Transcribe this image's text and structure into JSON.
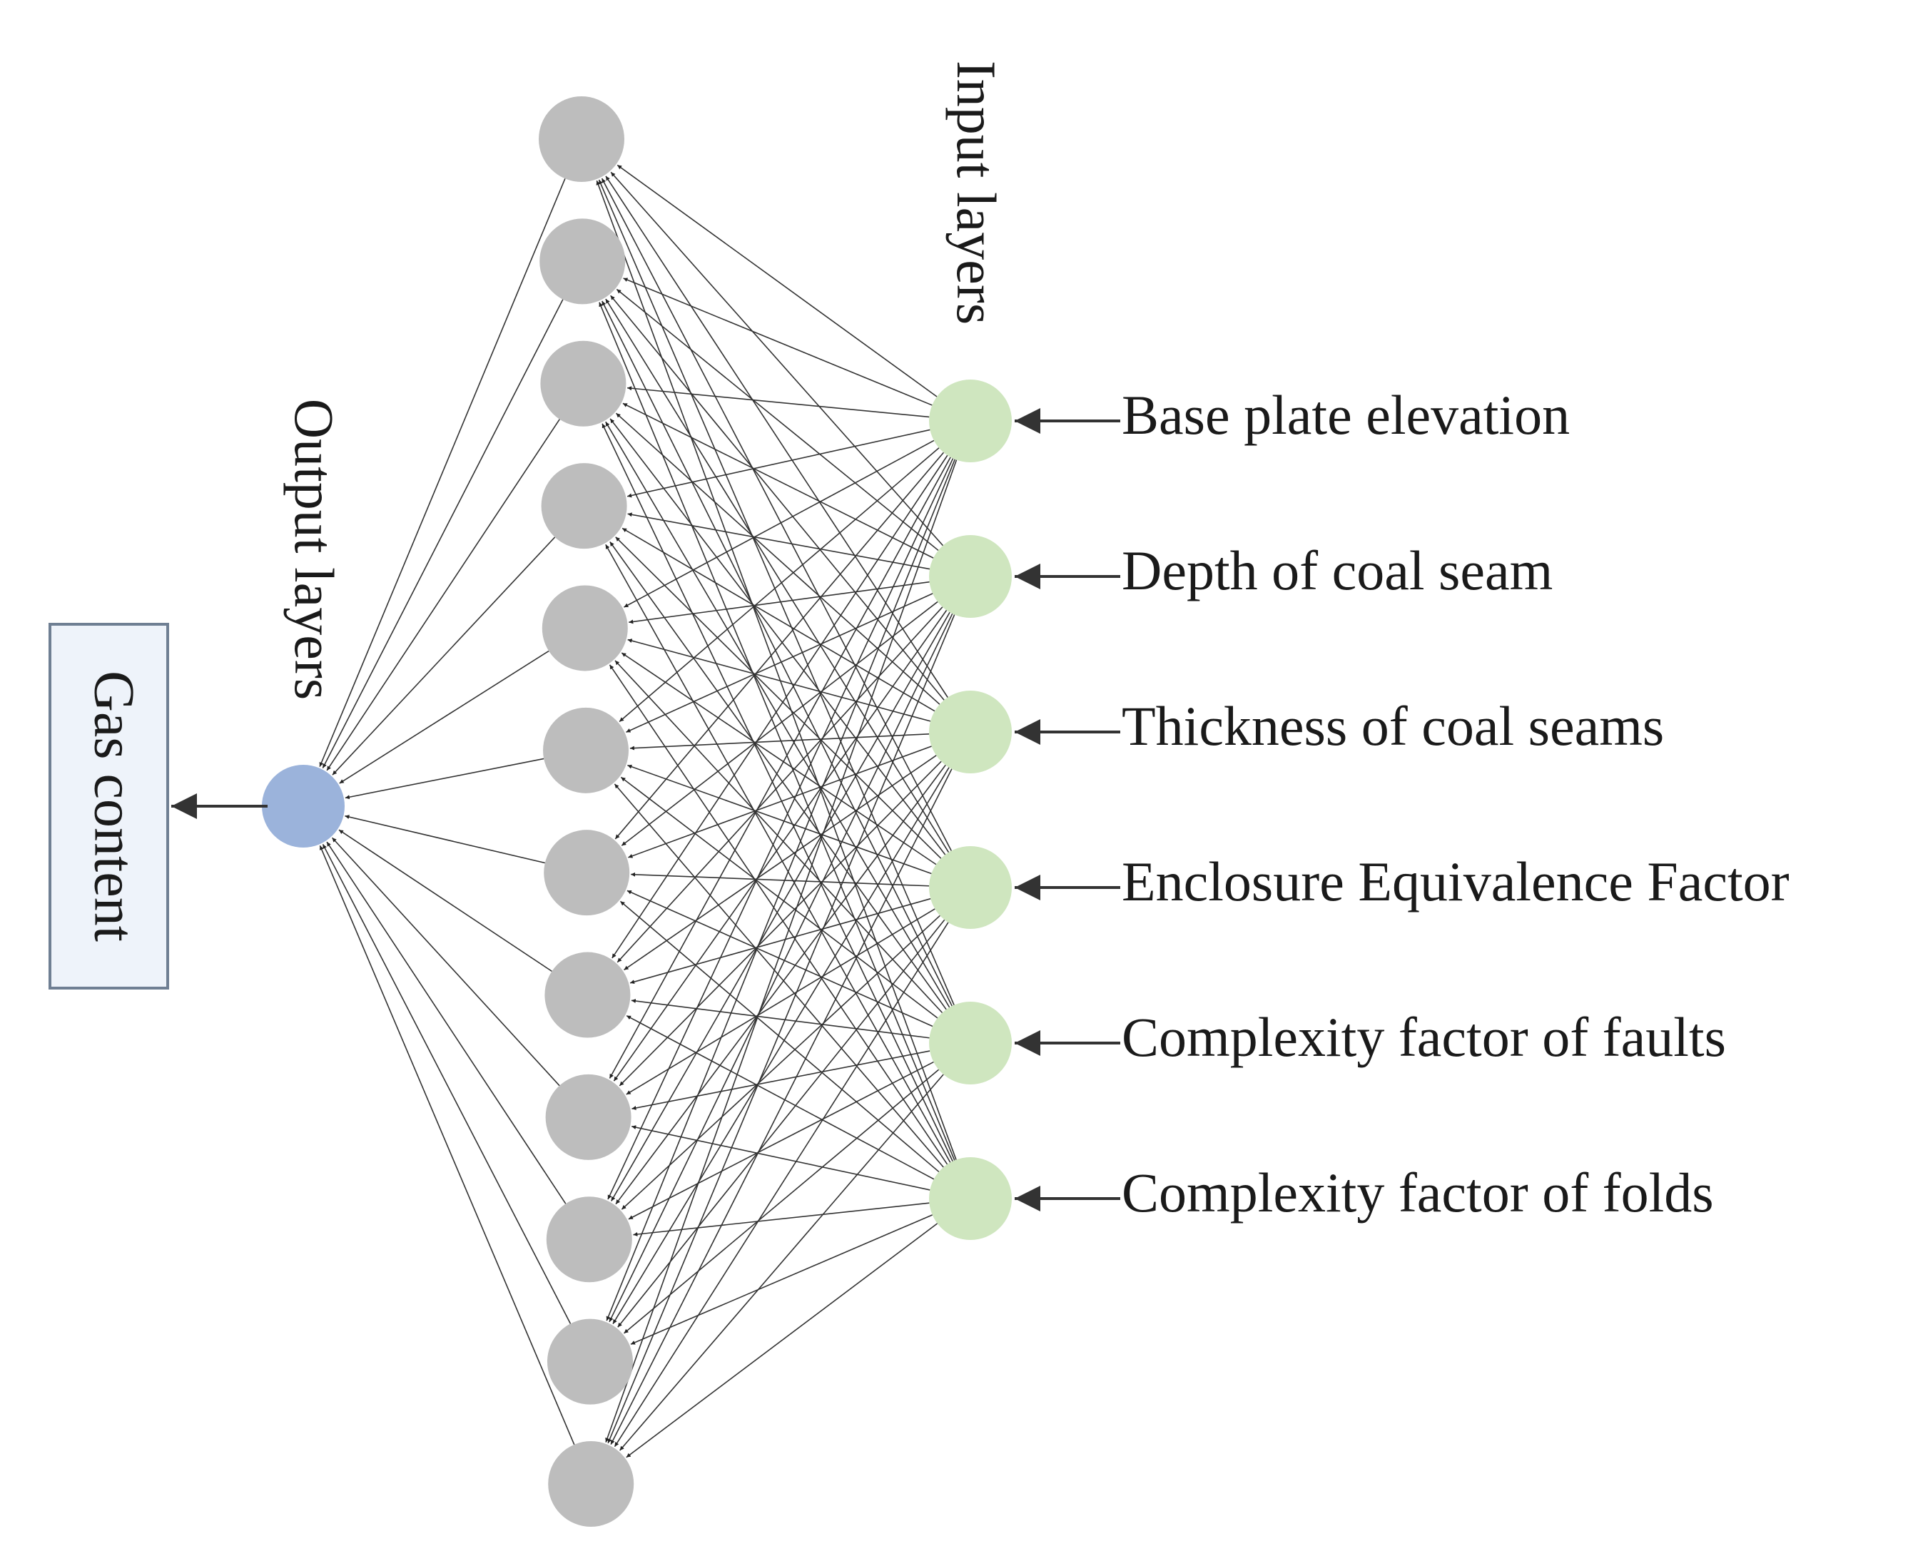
{
  "output_box": {
    "label": "Gas content"
  },
  "layers": {
    "output_title": "Output layers",
    "input_title": "Input layers"
  },
  "features": [
    "Base plate elevation",
    "Depth of coal seam",
    "Thickness of coal seams",
    "Enclosure Equivalence Factor",
    "Complexity factor of faults",
    "Complexity factor of folds"
  ],
  "hidden_node_count": 12,
  "colors": {
    "output_node": "#9bb3db",
    "hidden_node": "#bdbdbd",
    "input_node": "#cfe6bf",
    "box_fill": "#eef3fa",
    "box_border": "#6f7f93",
    "line": "#333333"
  }
}
